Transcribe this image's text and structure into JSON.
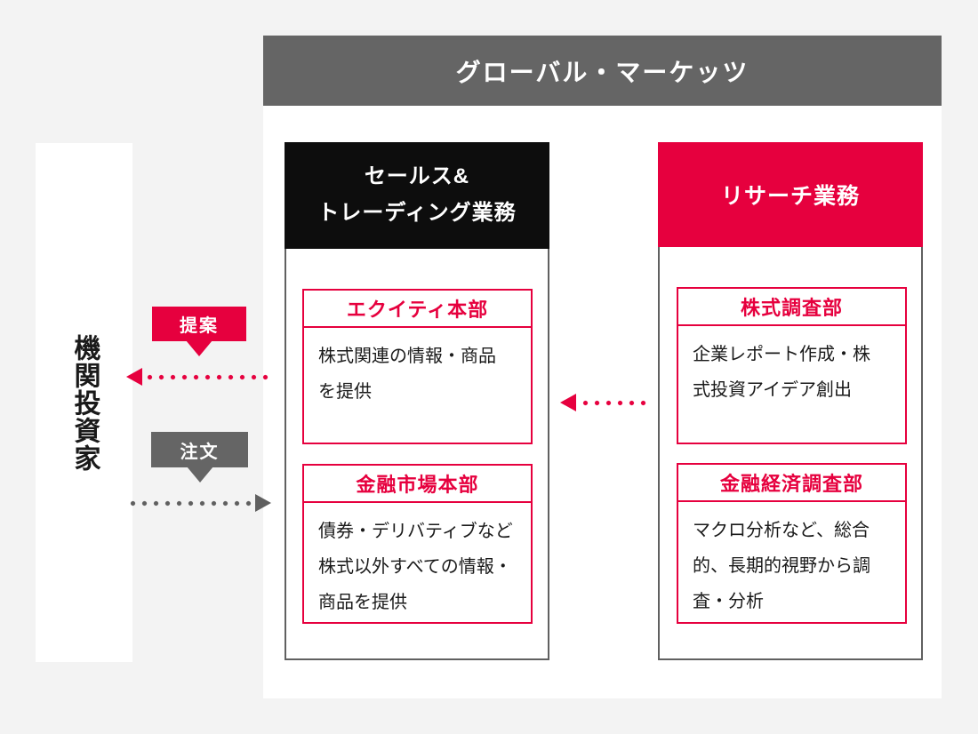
{
  "colors": {
    "accent_red": "#e6003e",
    "header_gray": "#656565",
    "column_border_gray": "#606060",
    "header_black": "#0d0d0d",
    "page_background": "#f3f3f3"
  },
  "investor": {
    "label": "機関投資家"
  },
  "global_markets": {
    "title": "グローバル・マーケッツ"
  },
  "sales_trading": {
    "title": "セールス&\nトレーディング業務",
    "boxes": [
      {
        "title": "エクイティ本部",
        "body": "株式関連の情報・商品\nを提供"
      },
      {
        "title": "金融市場本部",
        "body": "債券・デリバティブなど\n株式以外すべての情報・\n商品を提供"
      }
    ]
  },
  "research": {
    "title": "リサーチ業務",
    "boxes": [
      {
        "title": "株式調査部",
        "body": "企業レポート作成・株\n式投資アイデア創出"
      },
      {
        "title": "金融経済調査部",
        "body": "マクロ分析など、総合\n的、長期的視野から調\n査・分析"
      }
    ]
  },
  "flows": {
    "proposal": {
      "label": "提案",
      "direction": "left-to-investor",
      "color": "#e6003e"
    },
    "order": {
      "label": "注文",
      "direction": "right-to-sales",
      "color": "#5f5f5f"
    },
    "research_to_sales": {
      "direction": "left-to-sales",
      "color": "#e6003e"
    }
  }
}
